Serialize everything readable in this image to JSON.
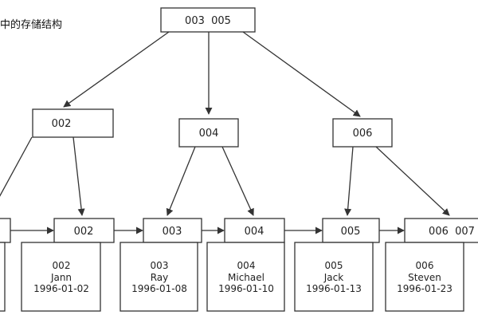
{
  "caption": "中的存储结构",
  "root": {
    "label": "003  005"
  },
  "internal_nodes": [
    {
      "label": "002"
    },
    {
      "label": "004"
    },
    {
      "label": "006"
    }
  ],
  "leaf_keys": [
    "002",
    "003",
    "004",
    "005",
    "006  007"
  ],
  "records": [
    {
      "id": "002",
      "name": "Jann",
      "date": "1996-01-02"
    },
    {
      "id": "003",
      "name": "Ray",
      "date": "1996-01-08"
    },
    {
      "id": "004",
      "name": "Michael",
      "date": "1996-01-10"
    },
    {
      "id": "005",
      "name": "Jack",
      "date": "1996-01-13"
    },
    {
      "id": "006",
      "name": "Steven",
      "date": "1996-01-23"
    }
  ],
  "colors": {
    "stroke": "#333333",
    "text": "#222222",
    "background": "#ffffff"
  }
}
